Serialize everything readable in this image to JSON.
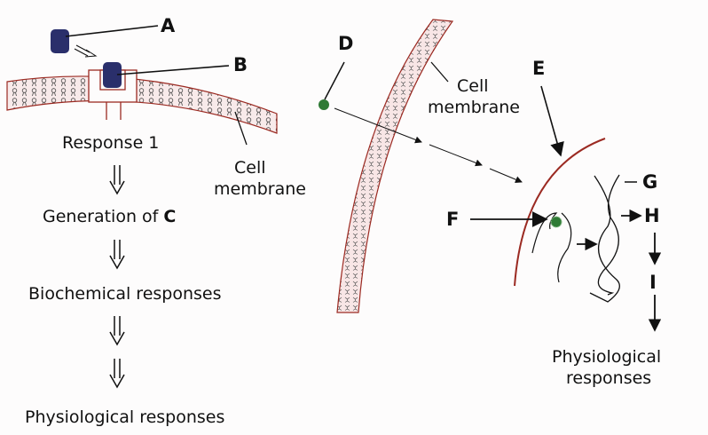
{
  "colors": {
    "membrane_outline": "#9b2a22",
    "membrane_fill": "#f6e6e6",
    "hormone_A": "#2a2f6b",
    "hormone_D": "#2f7a35",
    "text": "#111111"
  },
  "left_panel": {
    "labels": {
      "A": "A",
      "B": "B"
    },
    "response1": "Response 1",
    "cell_membrane_line1": "Cell",
    "cell_membrane_line2": "membrane",
    "generation_prefix": "Generation of ",
    "generation_label": "C",
    "biochemical": "Biochemical responses",
    "physiological": "Physiological responses"
  },
  "right_panel": {
    "labels": {
      "D": "D",
      "E": "E",
      "F": "F",
      "G": "G",
      "H": "H",
      "I": "I"
    },
    "cell_membrane_line1": "Cell",
    "cell_membrane_line2": "membrane",
    "physiological_line1": "Physiological",
    "physiological_line2": "responses"
  }
}
